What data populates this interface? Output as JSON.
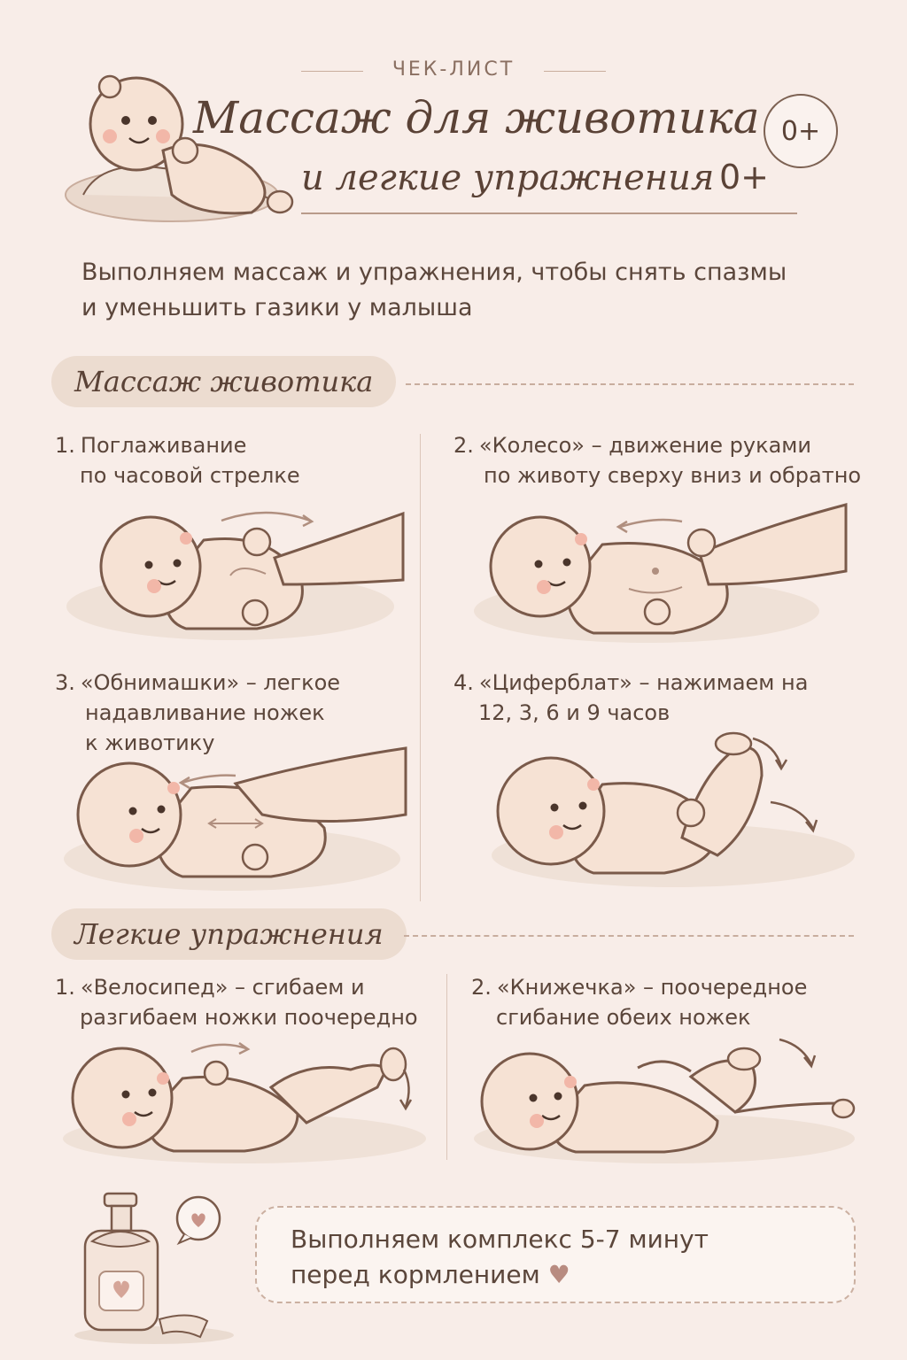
{
  "header": {
    "kicker": "ЧЕК-ЛИСТ",
    "title_line1": "Массаж для животика",
    "title_line2": "и легкие упражнения",
    "title_age": "0+",
    "age_badge": "0+"
  },
  "intro": {
    "line1": "Выполняем массаж и упражнения, чтобы снять спазмы",
    "line2": "и уменьшить газики у малыша"
  },
  "sections": [
    {
      "title": "Массаж животика",
      "steps": [
        {
          "num": "1.",
          "line1": "Поглаживание",
          "line2": "по часовой стрелке",
          "line3": ""
        },
        {
          "num": "2.",
          "line1": "«Колесо» – движение руками",
          "line2": "по животу сверху вниз и обратно",
          "line3": ""
        },
        {
          "num": "3.",
          "line1": "«Обнимашки» – легкое",
          "line2": "надавливание ножек",
          "line3": "к животику"
        },
        {
          "num": "4.",
          "line1": "«Циферблат» – нажимаем на",
          "line2": "12, 3, 6 и 9 часов",
          "line3": ""
        }
      ]
    },
    {
      "title": "Легкие упражнения",
      "steps": [
        {
          "num": "1.",
          "line1": "«Велосипед» – сгибаем и",
          "line2": "разгибаем ножки поочередно",
          "line3": ""
        },
        {
          "num": "2.",
          "line1": "«Книжечка» – поочередное",
          "line2": "сгибание обеих ножек",
          "line3": ""
        }
      ]
    }
  ],
  "note": {
    "line1": "Выполняем комплекс 5-7 минут",
    "line2": "перед кормлением",
    "heart": "♥"
  },
  "colors": {
    "background": "#f8ede8",
    "skin": "#f6e2d4",
    "outline": "#7a5a4a",
    "cheek": "#f2b7a8",
    "pill": "#ecdcd0",
    "text": "#5b463b"
  }
}
